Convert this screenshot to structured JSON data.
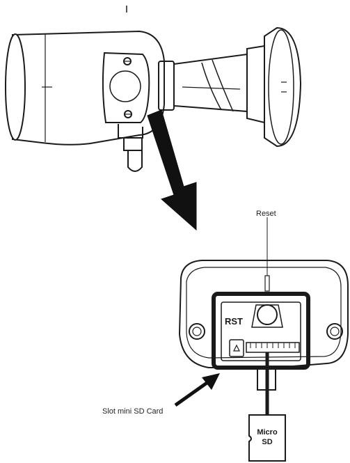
{
  "labels": {
    "reset": "Reset",
    "slot": "Slot mini SD Card"
  },
  "board": {
    "rst_text": "RST"
  },
  "card": {
    "line1": "Micro",
    "line2": "SD"
  },
  "colors": {
    "line": "#1a1a1a",
    "arrow": "#111111",
    "background": "#ffffff"
  }
}
